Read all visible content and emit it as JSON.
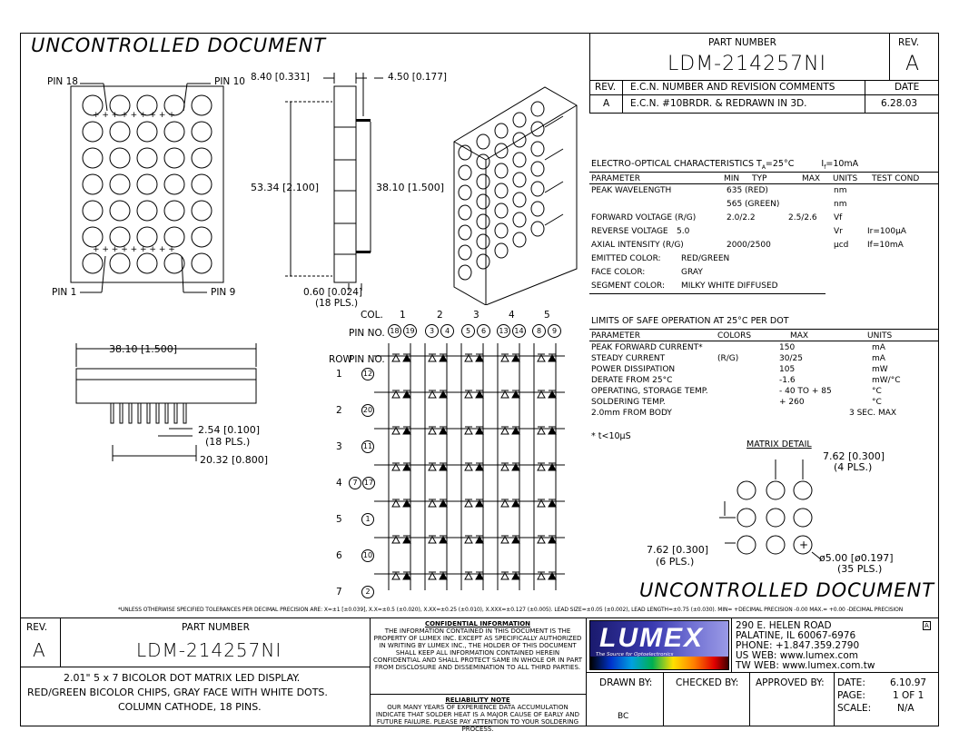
{
  "watermark": "UNCONTROLLED DOCUMENT",
  "header": {
    "part_number_label": "PART NUMBER",
    "part_number": "LDM-214257NI",
    "rev_label": "REV.",
    "rev": "A"
  },
  "revision_table": {
    "headers": [
      "REV.",
      "E.C.N. NUMBER AND REVISION COMMENTS",
      "DATE"
    ],
    "rows": [
      [
        "A",
        "E.C.N. #10BRDR. & REDRAWN IN 3D.",
        "6.28.03"
      ]
    ]
  },
  "dimensions": {
    "pin18": "PIN 18",
    "pin10": "PIN 10",
    "pin1": "PIN 1",
    "pin9": "PIN 9",
    "depth": "8.40 [0.331]",
    "lead_offset": "4.50 [0.177]",
    "height": "53.34 [2.100]",
    "pin_span": "38.10 [1.500]",
    "lead_width": "0.60 [0.024]",
    "lead_width_note": "(18 PLS.)",
    "width": "38.10 [1.500]",
    "pitch": "2.54 [0.100]",
    "pitch_note": "(18 PLS.)",
    "row_span": "20.32 [0.800]"
  },
  "electro_optical": {
    "title": "ELECTRO-OPTICAL CHARACTERISTICS T",
    "title_sub": "A",
    "title_temp": "=25°C",
    "title_cond": "I",
    "title_cond_sub": "f",
    "title_cond_val": "=10mA",
    "headers": [
      "PARAMETER",
      "MIN",
      "TYP",
      "MAX",
      "UNITS",
      "TEST COND"
    ],
    "rows": [
      [
        "PEAK WAVELENGTH",
        "",
        "635 (RED)",
        "",
        "nm",
        ""
      ],
      [
        "",
        "",
        "565 (GREEN)",
        "",
        "nm",
        ""
      ],
      [
        "FORWARD VOLTAGE (R/G)",
        "",
        "2.0/2.2",
        "2.5/2.6",
        "Vf",
        ""
      ],
      [
        "REVERSE VOLTAGE",
        "5.0",
        "",
        "",
        "Vr",
        "Ir=100µA"
      ],
      [
        "AXIAL INTENSITY   (R/G)",
        "",
        "2000/2500",
        "",
        "µcd",
        "If=10mA"
      ],
      [
        "EMITTED COLOR:",
        "RED/GREEN",
        "",
        "",
        "",
        ""
      ],
      [
        "FACE COLOR:",
        "GRAY",
        "",
        "",
        "",
        ""
      ],
      [
        "SEGMENT COLOR:",
        "MILKY WHITE DIFFUSED",
        "",
        "",
        "",
        ""
      ]
    ]
  },
  "safe_operation": {
    "title": "LIMITS OF SAFE OPERATION AT 25°C  PER DOT",
    "headers": [
      "PARAMETER",
      "COLORS",
      "MAX",
      "UNITS"
    ],
    "rows": [
      [
        "PEAK FORWARD CURRENT*",
        "",
        "150",
        "mA"
      ],
      [
        "STEADY CURRENT",
        "(R/G)",
        "30/25",
        "mA"
      ],
      [
        "POWER DISSIPATION",
        "",
        "105",
        "mW"
      ],
      [
        "DERATE FROM 25°C",
        "",
        "-1.6",
        "mW/°C"
      ],
      [
        "OPERATING, STORAGE TEMP.",
        "",
        "- 40 TO + 85",
        "°C"
      ],
      [
        "SOLDERING TEMP.",
        "",
        "+ 260",
        "°C"
      ],
      [
        "2.0mm FROM BODY",
        "",
        "",
        "3 SEC. MAX"
      ]
    ],
    "footnote": "* t<10µS"
  },
  "matrix_detail": {
    "title": "MATRIX DETAIL",
    "pitch_h": "7.62 [0.300]",
    "pitch_h_note": "(4 PLS.)",
    "pitch_v": "7.62 [0.300]",
    "pitch_v_note": "(6 PLS.)",
    "dia": "ø5.00 [ø0.197]",
    "dia_note": "(35 PLS.)"
  },
  "schematic": {
    "col_label": "COL.",
    "pin_no_label": "PIN NO.",
    "row_label": "ROW",
    "row_pin_label": "PIN NO.",
    "cols": [
      "1",
      "2",
      "3",
      "4",
      "5"
    ],
    "col_pins": [
      [
        "18",
        "19"
      ],
      [
        "3",
        "4"
      ],
      [
        "5",
        "6"
      ],
      [
        "13",
        "14"
      ],
      [
        "8",
        "9"
      ]
    ],
    "rows": [
      "1",
      "2",
      "3",
      "4",
      "5",
      "6",
      "7"
    ],
    "row_pins": [
      [
        "12"
      ],
      [
        "20"
      ],
      [
        "11"
      ],
      [
        "7",
        "17"
      ],
      [
        "1"
      ],
      [
        "10"
      ],
      [
        "2"
      ]
    ]
  },
  "tolerance_note": "*UNLESS OTHERWISE SPECIFIED TOLERANCES PER DECIMAL PRECISION ARE: X=±1 [±0.039], X.X=±0.5 (±0.020), X.XX=±0.25 (±0.010), X.XXX=±0.127 (±0.005).   LEAD SIZE=±0.05 (±0.002), LEAD LENGTH=±0.75 (±0.030). MIN= +DECIMAL PRECISION -0.00   MAX.= +0.00 -DECIMAL PRECISION",
  "title_block": {
    "rev_label": "REV.",
    "rev": "A",
    "part_number_label": "PART NUMBER",
    "part_number": "LDM-214257NI",
    "description": [
      "2.01\" 5 x 7 BICOLOR DOT MATRIX LED DISPLAY.",
      "RED/GREEN BICOLOR CHIPS, GRAY FACE WITH WHITE DOTS.",
      "COLUMN CATHODE, 18 PINS."
    ],
    "confidential_title": "CONFIDENTIAL INFORMATION",
    "confidential_text": "THE INFORMATION CONTAINED IN THIS DOCUMENT IS THE PROPERTY OF LUMEX INC. EXCEPT AS SPECIFICALLY AUTHORIZED IN WRITING BY LUMEX INC., THE HOLDER OF THIS DOCUMENT SHALL KEEP ALL INFORMATION CONTAINED HEREIN CONFIDENTIAL AND SHALL PROTECT SAME IN WHOLE OR IN PART FROM DISCLOSURE AND DISSEMINATION TO ALL THIRD PARTIES.",
    "reliability_title": "RELIABILITY NOTE",
    "reliability_text": "OUR MANY YEARS OF EXPERIENCE DATA ACCUMULATION INDICATE THAT SOLDER HEAT IS A MAJOR CAUSE OF EARLY AND FUTURE FAILURE. PLEASE PAY ATTENTION TO YOUR SOLDERING PROCESS.",
    "logo_text": "LUMEX",
    "logo_tagline": "The Source for Optoelectronics",
    "address": [
      "290 E. HELEN ROAD",
      "PALATINE, IL  60067-6976",
      "PHONE: +1.847.359.2790",
      "US WEB: www.lumex.com",
      "TW WEB: www.lumex.com.tw"
    ],
    "corner_mark": "A",
    "drawn_by_label": "DRAWN BY:",
    "drawn_by": "BC",
    "checked_by_label": "CHECKED BY:",
    "approved_by_label": "APPROVED BY:",
    "date_label": "DATE:",
    "date": "6.10.97",
    "page_label": "PAGE:",
    "page": "1 OF 1",
    "scale_label": "SCALE:",
    "scale": "N/A"
  }
}
